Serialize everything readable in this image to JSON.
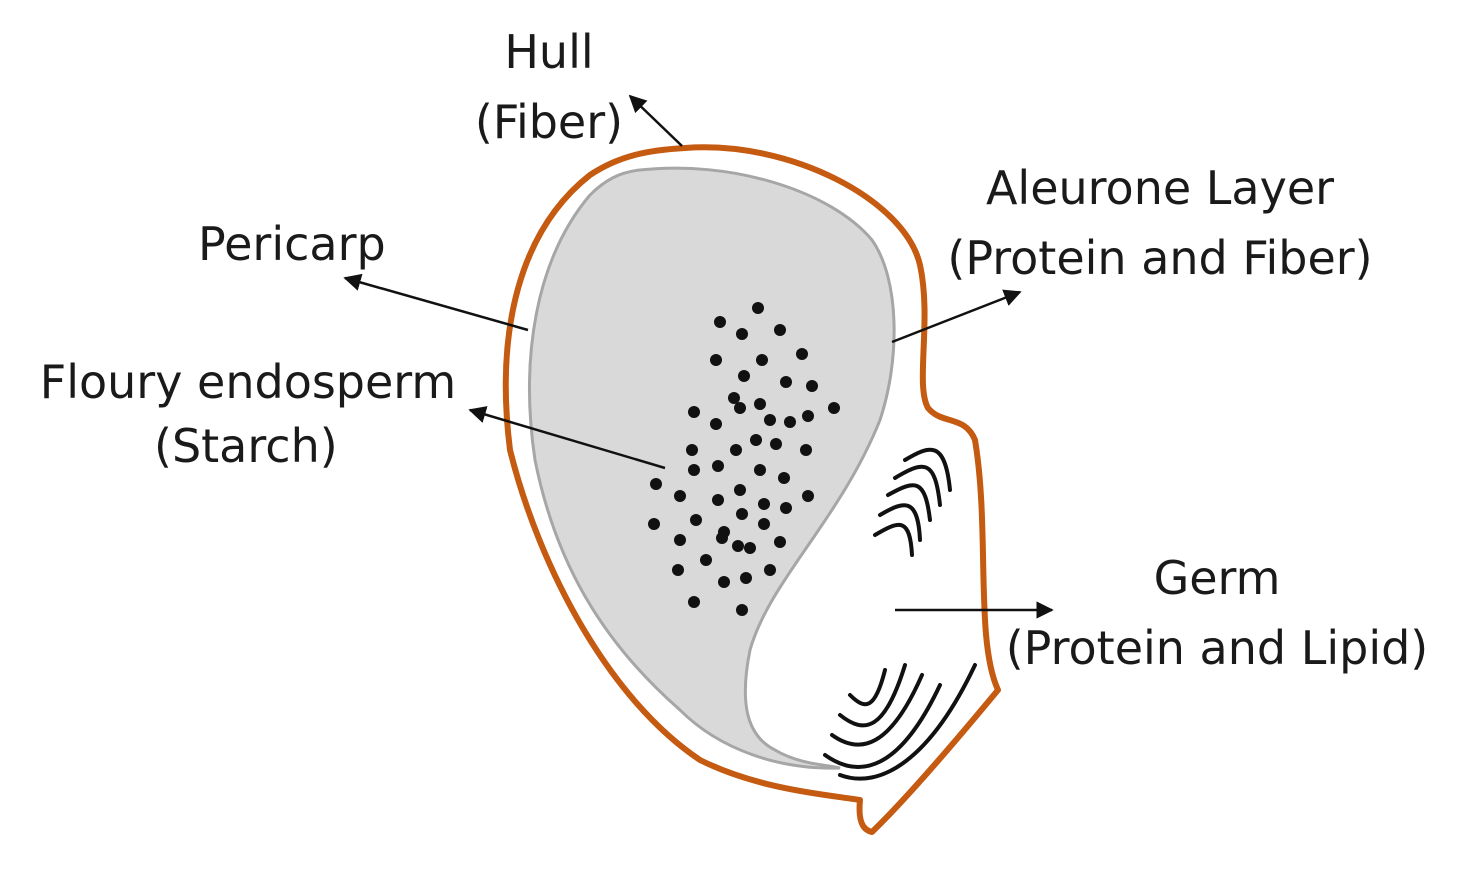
{
  "labels": {
    "hull": {
      "name": "Hull",
      "component": "(Fiber)"
    },
    "pericarp": {
      "name": "Pericarp"
    },
    "endosperm": {
      "name": "Floury endosperm",
      "component": "(Starch)"
    },
    "aleurone": {
      "name": "Aleurone Layer",
      "component": "(Protein and Fiber)"
    },
    "germ": {
      "name": "Germ",
      "component": "(Protein and Lipid)"
    }
  },
  "colors": {
    "hull": "#c55a11",
    "endosperm_fill": "#d9d9d9",
    "endosperm_stroke": "#a6a6a6",
    "ink": "#111111"
  }
}
